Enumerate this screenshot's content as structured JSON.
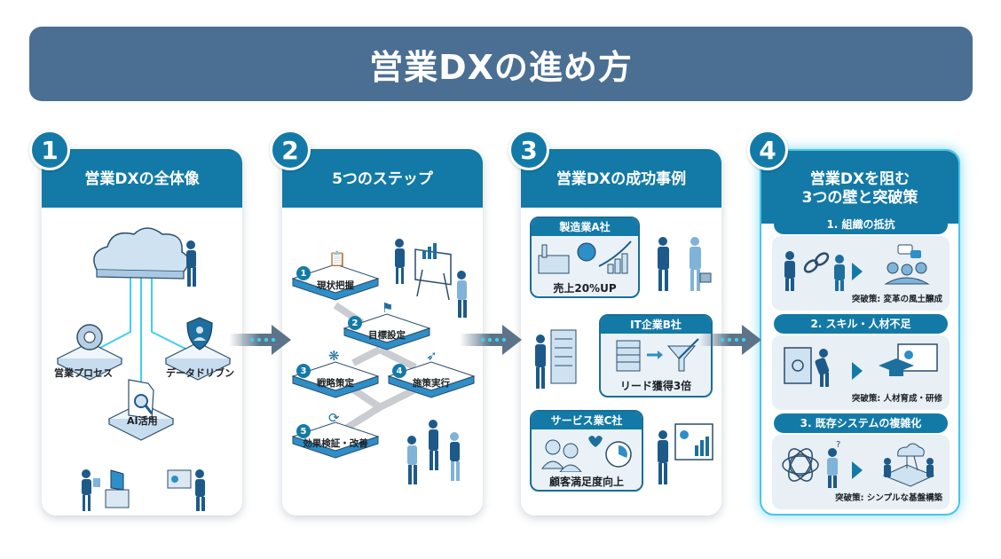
{
  "title": "営業DXの進め方",
  "colors": {
    "title_bg": "#4a6f93",
    "panel_header": "#137aa7",
    "highlight_glow": "#47c6ec",
    "connector_glow": "#3fd0f0",
    "arrow": "#5c7389"
  },
  "panels": [
    {
      "number": "1",
      "title": "営業DXの全体像",
      "labels": {
        "process": "営業プロセス",
        "data_driven": "データドリブン",
        "ai": "AI活用"
      },
      "icons": [
        "cloud-icon",
        "gear-icon",
        "shield-user-icon",
        "document-search-icon"
      ]
    },
    {
      "number": "2",
      "title": "5つのステップ",
      "steps": [
        {
          "n": "1",
          "label": "現状把握",
          "icon": "clipboard-icon"
        },
        {
          "n": "2",
          "label": "目標設定",
          "icon": "flag-target-icon"
        },
        {
          "n": "3",
          "label": "戦略策定",
          "icon": "brain-icon"
        },
        {
          "n": "4",
          "label": "施策実行",
          "icon": "rocket-icon"
        },
        {
          "n": "5",
          "label": "効果検証・改善",
          "icon": "cycle-icon"
        }
      ]
    },
    {
      "number": "3",
      "title": "営業DXの成功事例",
      "cases": [
        {
          "company": "製造業A社",
          "result": "売上20%UP"
        },
        {
          "company": "IT企業B社",
          "result": "リード獲得3倍"
        },
        {
          "company": "サービス業C社",
          "result": "顧客満足度向上"
        }
      ]
    },
    {
      "number": "4",
      "title_line1": "営業DXを阻む",
      "title_line2": "3つの壁と突破策",
      "walls": [
        {
          "title": "1. 組織の抵抗",
          "solution": "突破策: 変革の風土醸成"
        },
        {
          "title": "2. スキル・人材不足",
          "solution": "突破策: 人材育成・研修"
        },
        {
          "title": "3. 既存システムの複雑化",
          "solution": "突破策: シンプルな基盤構築"
        }
      ]
    }
  ]
}
